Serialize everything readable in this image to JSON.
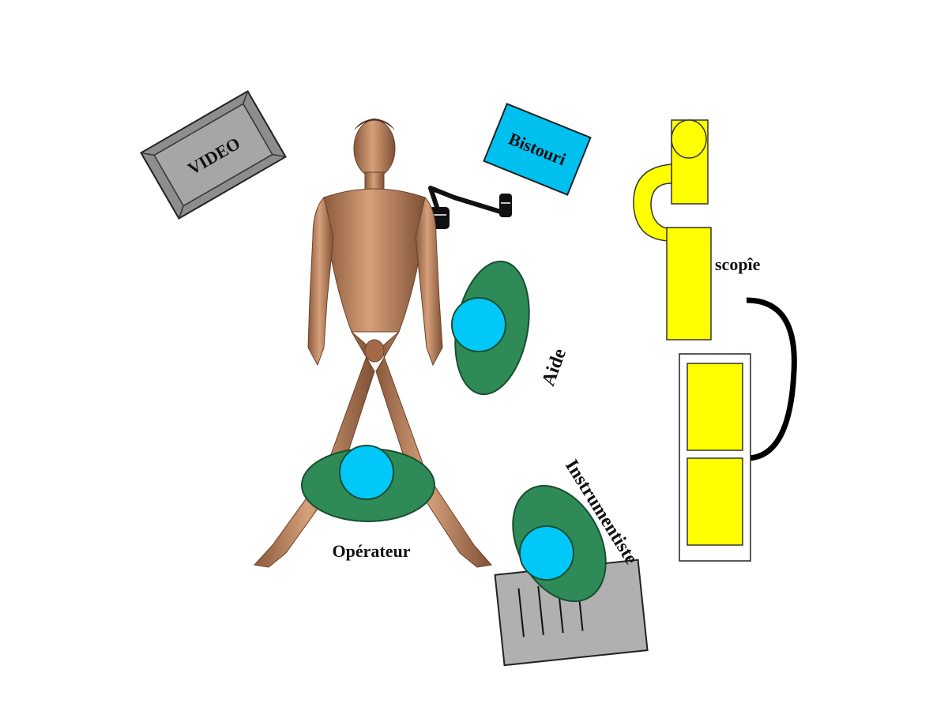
{
  "labels": {
    "video": "VIDEO",
    "bistouri": "Bistouri",
    "scopie": "scopîe",
    "aide": "Aide",
    "operateur": "Opérateur",
    "instrumentiste": "Instrumentiste"
  },
  "colors": {
    "background": "#ffffff",
    "monitor": "#a6a6a6",
    "bistouri_box": "#00c0f0",
    "person_body": "#2e8b57",
    "person_head": "#00c8f8",
    "scope": "#ffff00",
    "instrument_table": "#b0b0b0",
    "skin": "#c98e65"
  },
  "icons": {
    "patient": "human-figure",
    "monitor": "monitor-box",
    "electrosurgery": "electrosurgical-arm",
    "c_arm": "c-arm-fluoroscope"
  }
}
